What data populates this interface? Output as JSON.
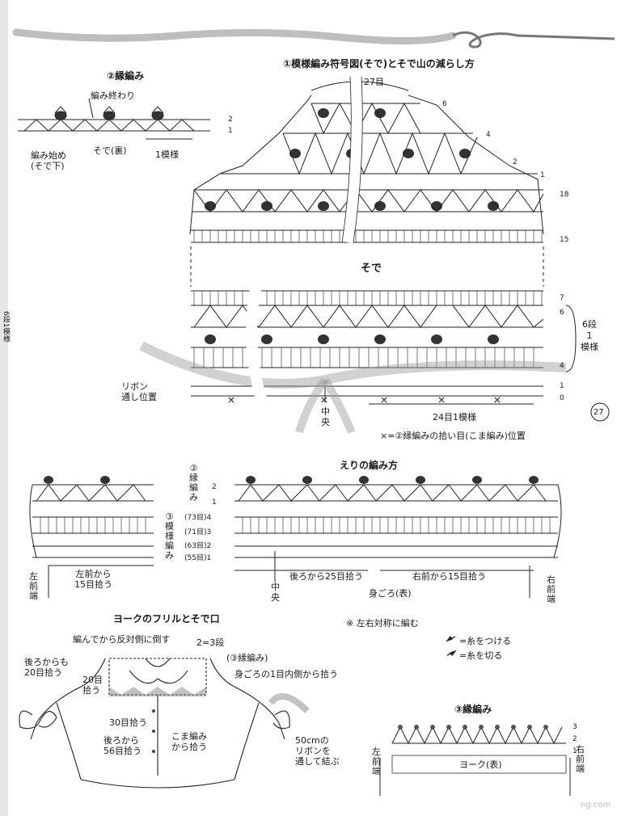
{
  "page_number": "27",
  "side_tab": "6段1模様",
  "sleeve": {
    "title": "①模様編み符号図(そで)とそで山の減らし方",
    "top_count": "27目",
    "label": "そで",
    "row_marks": [
      "6",
      "4",
      "2",
      "1",
      "18",
      "15",
      "7",
      "6",
      "4",
      "1",
      "0"
    ],
    "repeat_label": "6段\n1\n模様",
    "bottom_repeat": "24目1模様",
    "ribbon_label": "リボン\n通し位置",
    "center_label": "中\n央",
    "note": "×=②縁編みの拾い目(こま編み)位置"
  },
  "edging2": {
    "title": "②縁編み",
    "end_label": "編み終わり",
    "start_label": "編み始め\n(そで下)",
    "back_label": "そで(裏)",
    "repeat_label": "1模様",
    "row_marks": [
      "2",
      "1"
    ]
  },
  "collar": {
    "title": "えりの編み方",
    "side_label_2": "②\n縁\n編\nみ",
    "side_label_3": "③\n模\n様\n編\nみ",
    "row_labels": [
      "2",
      "1",
      "(73目)4",
      "(71目)3",
      "(63目)2",
      "(55目)1"
    ],
    "left_front": "左\n前\n端",
    "right_front": "右\n前\n端",
    "left_pick": "左前から\n15目拾う",
    "back_pick": "後ろから25目拾う",
    "right_pick": "右前から15目拾う",
    "center": "中\n央",
    "body_label": "身ごろ(表)"
  },
  "yoke": {
    "title": "ヨークのフリルとそで口",
    "fold_note": "編んでから反対側に倒す",
    "rows_note": "2=3段",
    "edging_ref": "(③縁編み)",
    "inside_pick": "身ごろの1目内側から拾う",
    "back_too": "後ろからも\n20目拾う",
    "pick20": "20目\n拾う",
    "pick30": "30目拾う",
    "pick56": "後ろから\n56目拾う",
    "sc_pick": "こま編み\nから拾う",
    "ribbon_note": "50cmの\nリボンを\n通して結ぶ"
  },
  "symmetric_note": "※ 左右対称に編む",
  "legend": {
    "attach": "=糸をつける",
    "cut": "=糸を切る"
  },
  "edging3": {
    "title": "③縁編み",
    "row_marks": [
      "3",
      "2",
      "1"
    ],
    "left_front": "左\n前\n端",
    "right_front": "右\n前\n端",
    "yoke_label": "ヨーク(表)"
  },
  "watermark": "ng.com"
}
